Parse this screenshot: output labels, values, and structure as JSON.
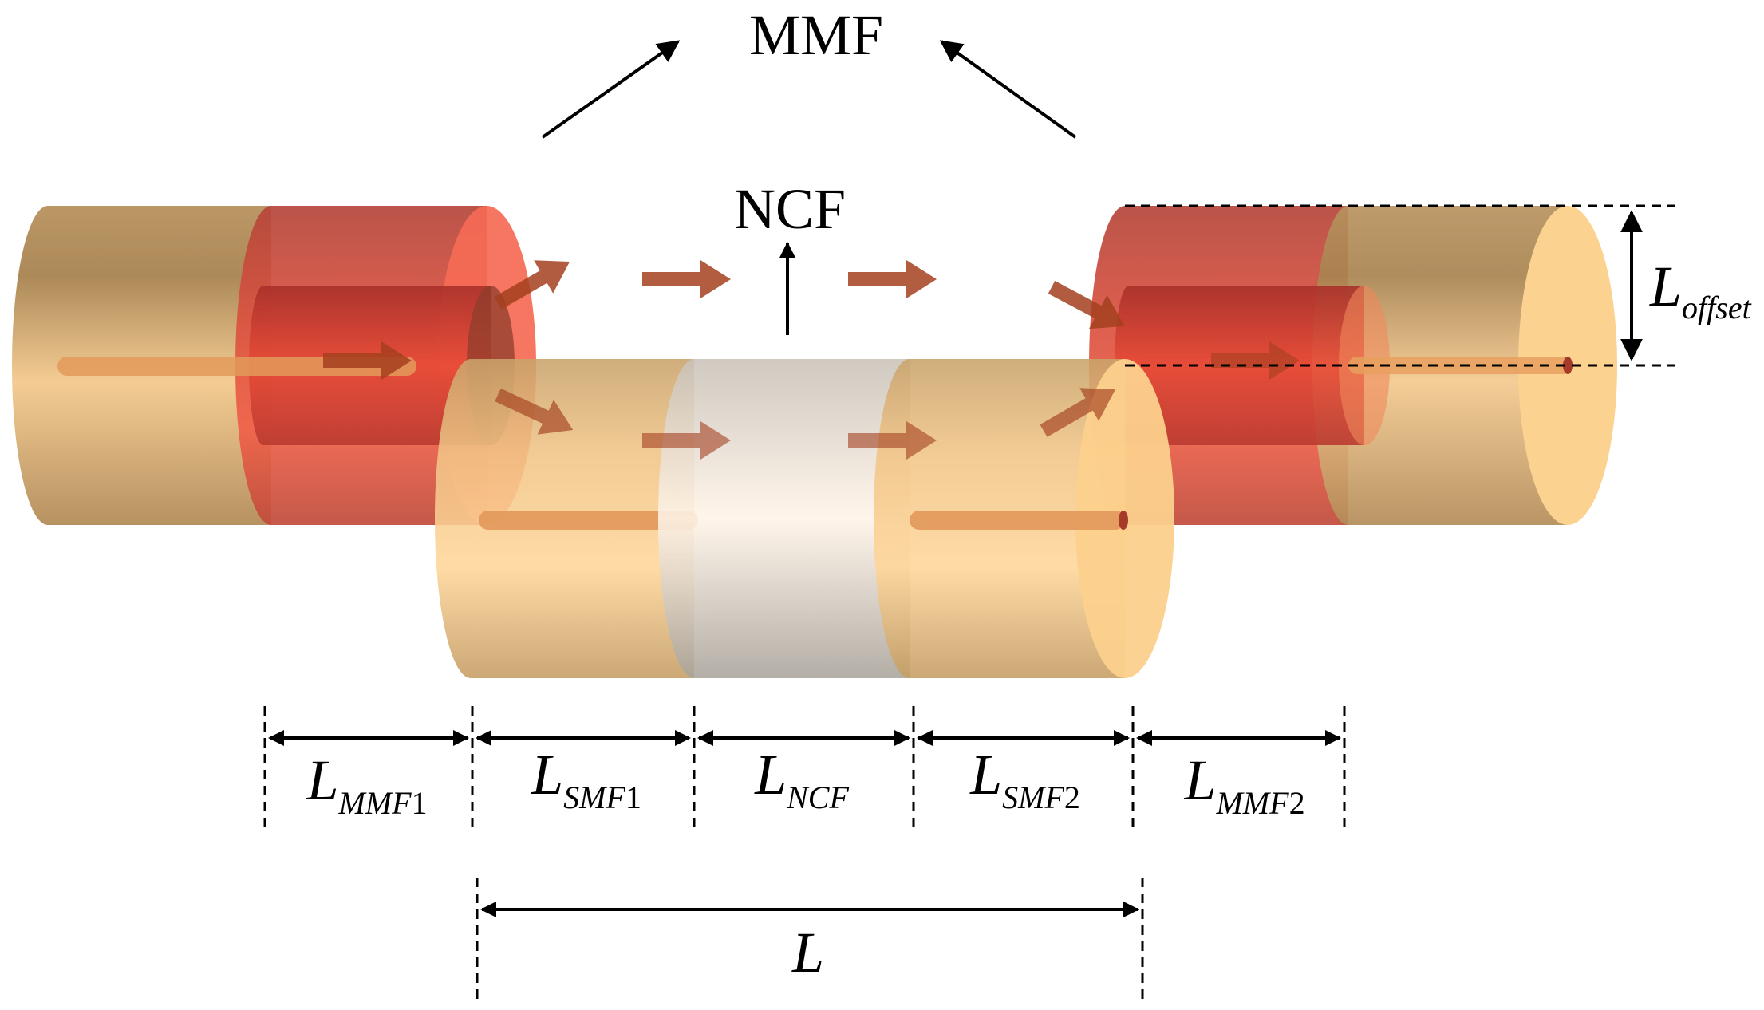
{
  "labels": {
    "mmf": "MMF",
    "ncf": "NCF",
    "offset": {
      "base": "L",
      "sub": "offset"
    },
    "total": "L",
    "segments": [
      {
        "base": "L",
        "sub": "MMF",
        "num": "1"
      },
      {
        "base": "L",
        "sub": "SMF",
        "num": "1"
      },
      {
        "base": "L",
        "sub": "NCF",
        "num": ""
      },
      {
        "base": "L",
        "sub": "SMF",
        "num": "2"
      },
      {
        "base": "L",
        "sub": "MMF",
        "num": "2"
      }
    ]
  },
  "colors": {
    "mmf_cladding": "#d9b17a",
    "mmf_core": "#e8463a",
    "smf_cladding": "#f7c47a",
    "ncf": "#ddd6cc",
    "light_arrow": "#a4401f",
    "line": "#000000"
  }
}
